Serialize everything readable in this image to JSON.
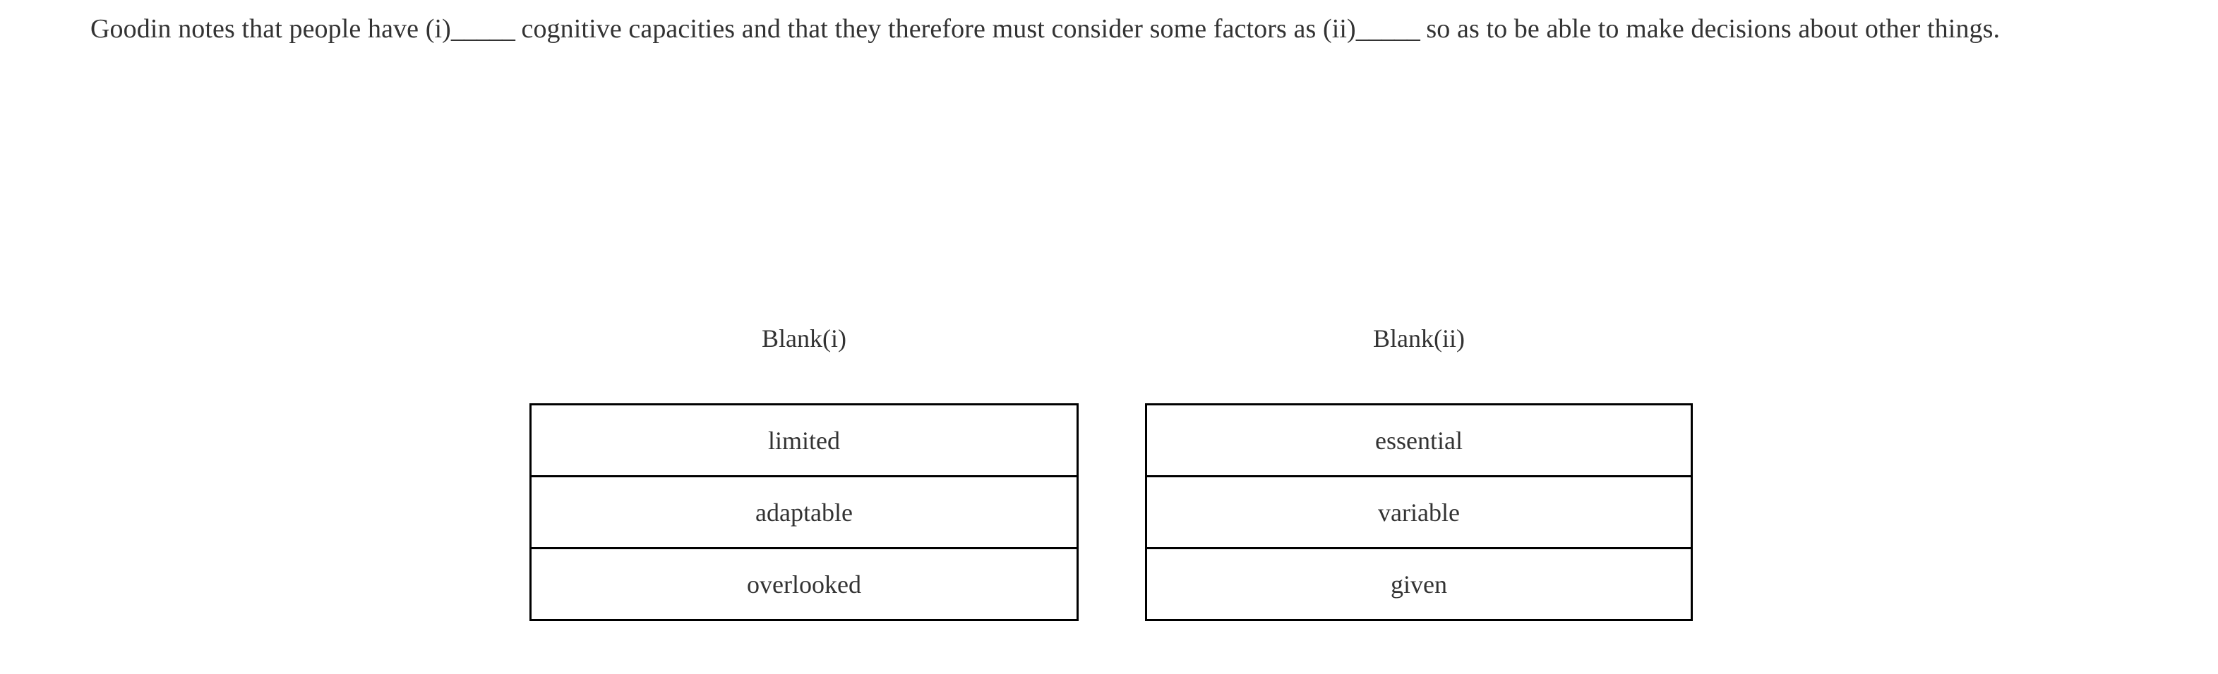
{
  "question": {
    "stem_part_1": "Goodin notes that people have (i)",
    "blank_i_rule": "_____",
    "stem_part_2": " cognitive capacities and that they therefore must consider some factors as (ii)",
    "blank_ii_rule": "_____",
    "stem_part_3": " so as to be able to make decisions about other things."
  },
  "answer_area": {
    "columns": [
      {
        "header": "Blank(i)",
        "options": [
          {
            "label": "limited"
          },
          {
            "label": "adaptable"
          },
          {
            "label": "overlooked"
          }
        ]
      },
      {
        "header": "Blank(ii)",
        "options": [
          {
            "label": "essential"
          },
          {
            "label": "variable"
          },
          {
            "label": "given"
          }
        ]
      }
    ]
  },
  "colors": {
    "text": "#333333",
    "border": "#000000",
    "background": "#ffffff"
  }
}
